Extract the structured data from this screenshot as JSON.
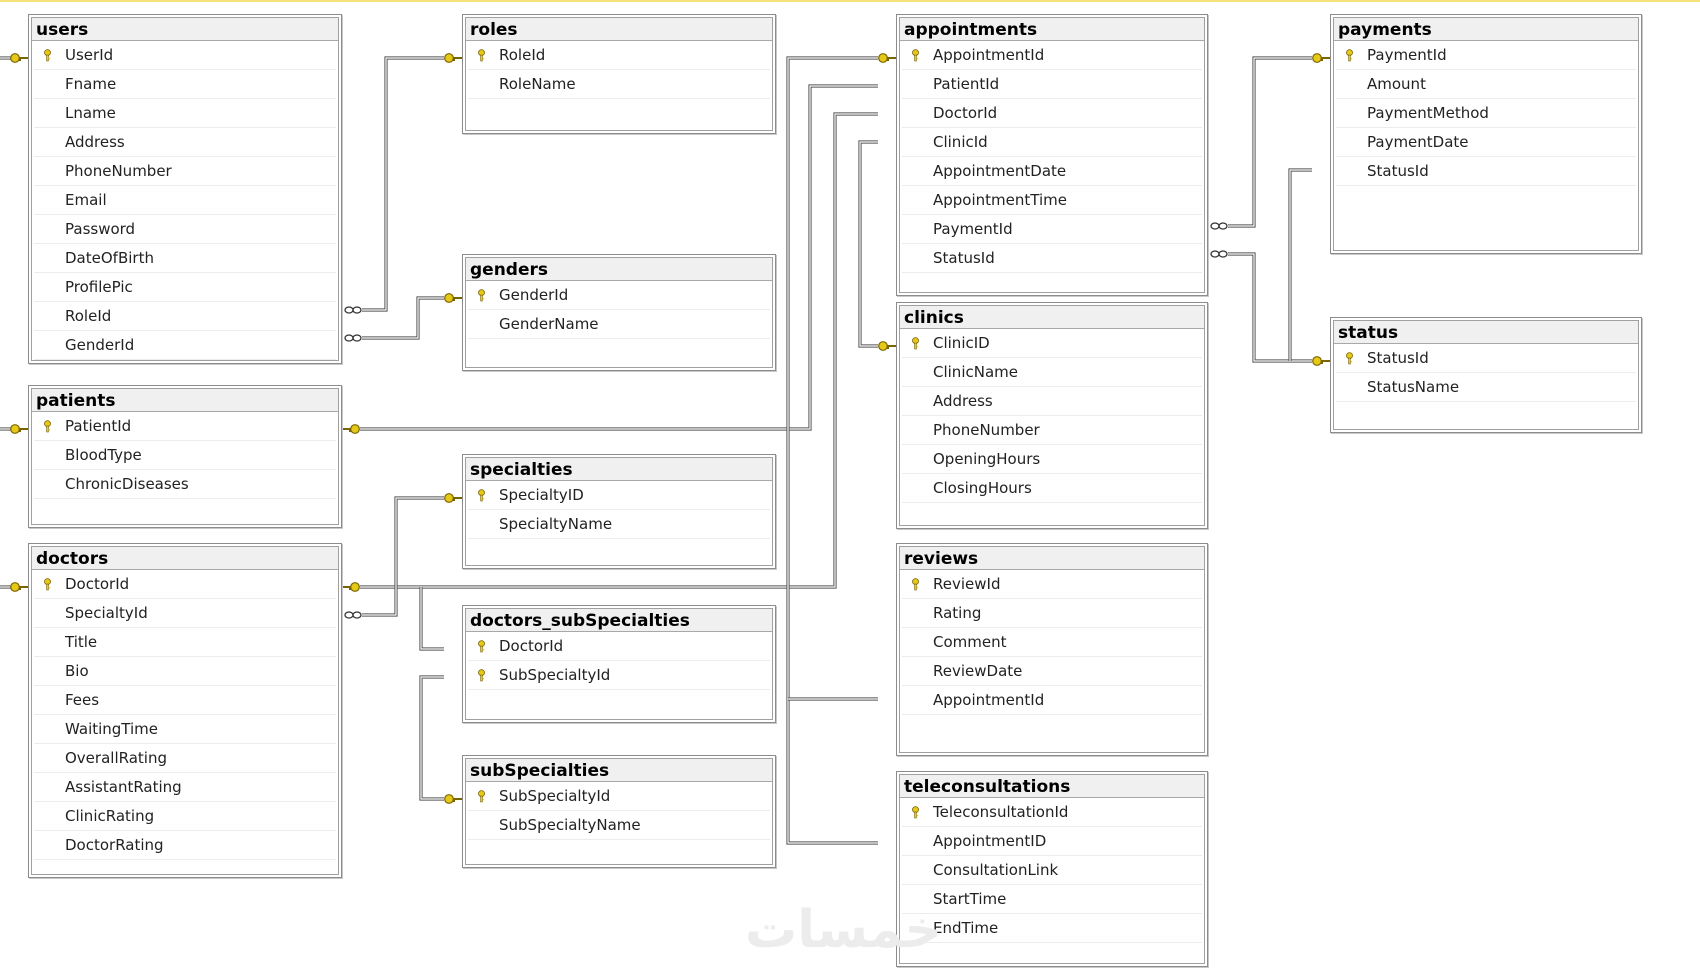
{
  "tables": [
    {
      "id": "users",
      "title": "users",
      "columns": [
        {
          "name": "UserId",
          "pk": true
        },
        {
          "name": "Fname"
        },
        {
          "name": "Lname"
        },
        {
          "name": "Address"
        },
        {
          "name": "PhoneNumber"
        },
        {
          "name": "Email"
        },
        {
          "name": "Password"
        },
        {
          "name": "DateOfBirth"
        },
        {
          "name": "ProfilePic"
        },
        {
          "name": "RoleId"
        },
        {
          "name": "GenderId"
        }
      ]
    },
    {
      "id": "roles",
      "title": "roles",
      "columns": [
        {
          "name": "RoleId",
          "pk": true
        },
        {
          "name": "RoleName"
        }
      ]
    },
    {
      "id": "genders",
      "title": "genders",
      "columns": [
        {
          "name": "GenderId",
          "pk": true
        },
        {
          "name": "GenderName"
        }
      ]
    },
    {
      "id": "patients",
      "title": "patients",
      "columns": [
        {
          "name": "PatientId",
          "pk": true
        },
        {
          "name": "BloodType"
        },
        {
          "name": "ChronicDiseases"
        }
      ]
    },
    {
      "id": "doctors",
      "title": "doctors",
      "columns": [
        {
          "name": "DoctorId",
          "pk": true
        },
        {
          "name": "SpecialtyId"
        },
        {
          "name": "Title"
        },
        {
          "name": "Bio"
        },
        {
          "name": "Fees"
        },
        {
          "name": "WaitingTime"
        },
        {
          "name": "OverallRating"
        },
        {
          "name": "AssistantRating"
        },
        {
          "name": "ClinicRating"
        },
        {
          "name": "DoctorRating"
        }
      ]
    },
    {
      "id": "specialties",
      "title": "specialties",
      "columns": [
        {
          "name": "SpecialtyID",
          "pk": true
        },
        {
          "name": "SpecialtyName"
        }
      ]
    },
    {
      "id": "doctors_subSpecialties",
      "title": "doctors_subSpecialties",
      "columns": [
        {
          "name": "DoctorId",
          "pk": true
        },
        {
          "name": "SubSpecialtyId",
          "pk": true
        }
      ]
    },
    {
      "id": "subSpecialties",
      "title": "subSpecialties",
      "columns": [
        {
          "name": "SubSpecialtyId",
          "pk": true
        },
        {
          "name": "SubSpecialtyName"
        }
      ]
    },
    {
      "id": "appointments",
      "title": "appointments",
      "columns": [
        {
          "name": "AppointmentId",
          "pk": true
        },
        {
          "name": "PatientId"
        },
        {
          "name": "DoctorId"
        },
        {
          "name": "ClinicId"
        },
        {
          "name": "AppointmentDate"
        },
        {
          "name": "AppointmentTime"
        },
        {
          "name": "PaymentId"
        },
        {
          "name": "StatusId"
        }
      ]
    },
    {
      "id": "clinics",
      "title": "clinics",
      "columns": [
        {
          "name": "ClinicID",
          "pk": true
        },
        {
          "name": "ClinicName"
        },
        {
          "name": "Address"
        },
        {
          "name": "PhoneNumber"
        },
        {
          "name": "OpeningHours"
        },
        {
          "name": "ClosingHours"
        }
      ]
    },
    {
      "id": "reviews",
      "title": "reviews",
      "columns": [
        {
          "name": "ReviewId",
          "pk": true
        },
        {
          "name": "Rating"
        },
        {
          "name": "Comment"
        },
        {
          "name": "ReviewDate"
        },
        {
          "name": "AppointmentId"
        }
      ]
    },
    {
      "id": "teleconsultations",
      "title": "teleconsultations",
      "columns": [
        {
          "name": "TeleconsultationId",
          "pk": true
        },
        {
          "name": "AppointmentID"
        },
        {
          "name": "ConsultationLink"
        },
        {
          "name": "StartTime"
        },
        {
          "name": "EndTime"
        }
      ]
    },
    {
      "id": "payments",
      "title": "payments",
      "columns": [
        {
          "name": "PaymentId",
          "pk": true
        },
        {
          "name": "Amount"
        },
        {
          "name": "PaymentMethod"
        },
        {
          "name": "PaymentDate"
        },
        {
          "name": "StatusId"
        }
      ]
    },
    {
      "id": "status",
      "title": "status",
      "columns": [
        {
          "name": "StatusId",
          "pk": true
        },
        {
          "name": "StatusName"
        }
      ]
    }
  ],
  "relationships": [
    {
      "from": "users.RoleId",
      "to": "roles.RoleId"
    },
    {
      "from": "users.GenderId",
      "to": "genders.GenderId"
    },
    {
      "from": "doctors.SpecialtyId",
      "to": "specialties.SpecialtyID"
    },
    {
      "from": "doctors_subSpecialties.DoctorId",
      "to": "doctors.DoctorId"
    },
    {
      "from": "doctors_subSpecialties.SubSpecialtyId",
      "to": "subSpecialties.SubSpecialtyId"
    },
    {
      "from": "appointments.PatientId",
      "to": "patients.PatientId"
    },
    {
      "from": "appointments.DoctorId",
      "to": "doctors.DoctorId"
    },
    {
      "from": "appointments.ClinicId",
      "to": "clinics.ClinicID"
    },
    {
      "from": "reviews.AppointmentId",
      "to": "appointments.AppointmentId"
    },
    {
      "from": "teleconsultations.AppointmentID",
      "to": "appointments.AppointmentId"
    },
    {
      "from": "appointments.PaymentId",
      "to": "payments.PaymentId"
    },
    {
      "from": "appointments.StatusId",
      "to": "status.StatusId"
    },
    {
      "from": "payments.StatusId",
      "to": "status.StatusId"
    }
  ],
  "watermark": "خمسات",
  "colors": {
    "key_gold": "#e6c817",
    "key_outline": "#7a6400",
    "line": "#555555"
  }
}
